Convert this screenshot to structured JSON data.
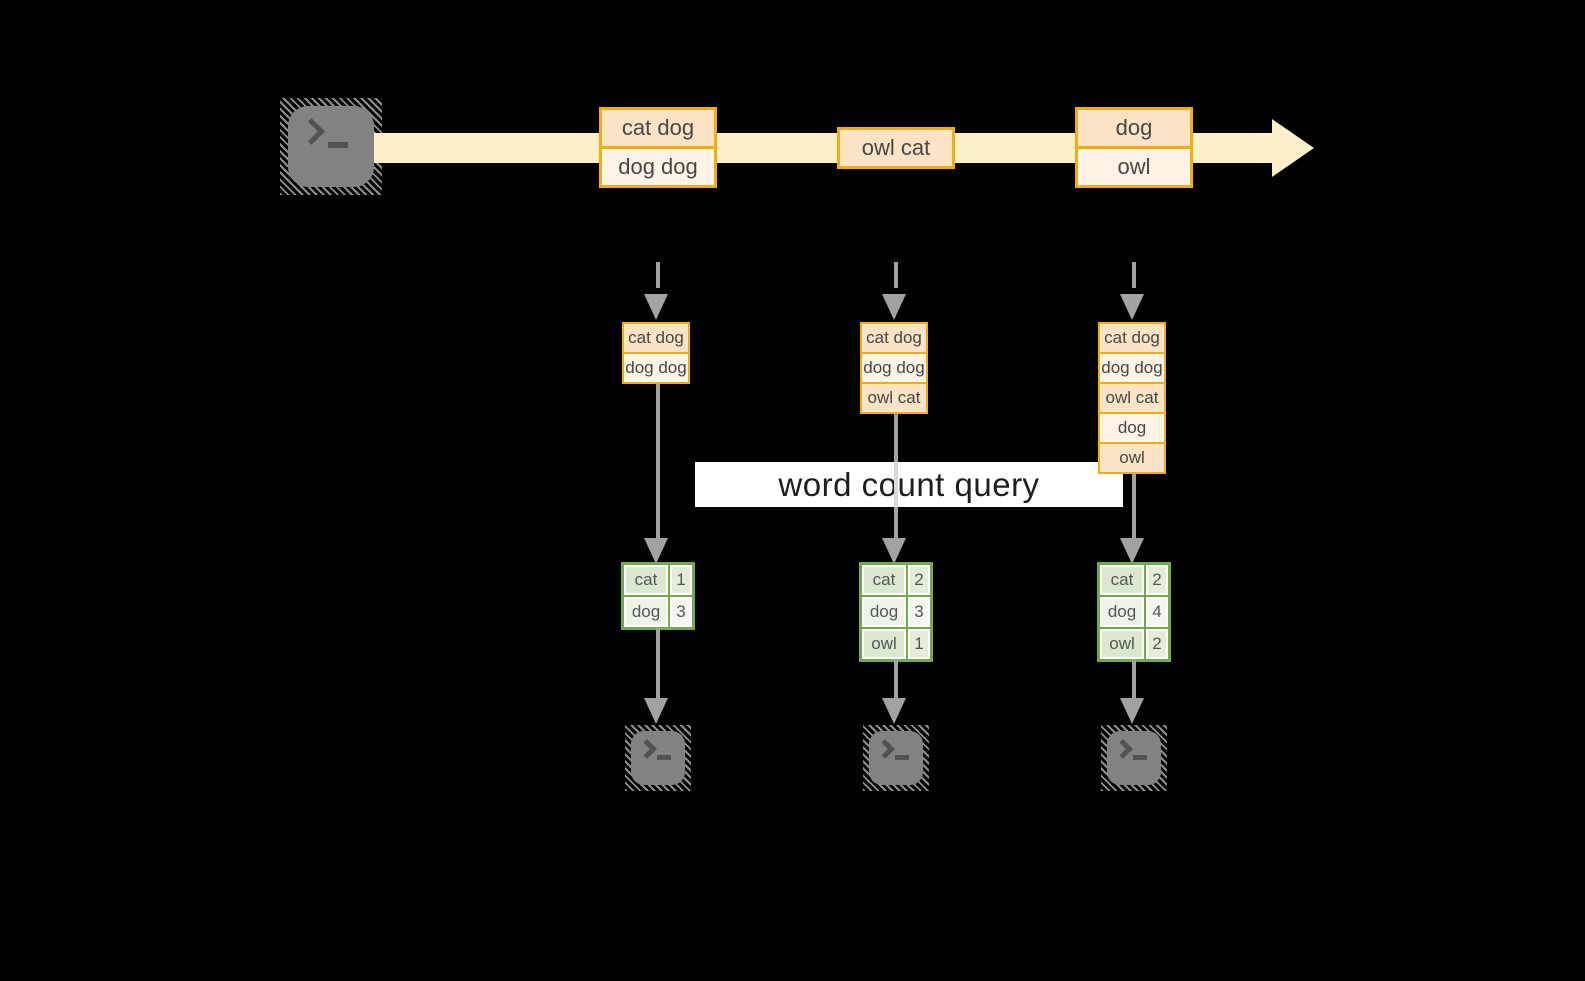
{
  "query_label": "word count query",
  "colors": {
    "background": "#000000",
    "stream": "#fbf0ca",
    "event_border": "#f2ae10",
    "event_fill_dark": "#fbe3c5",
    "event_fill_light": "#fdf3e7",
    "table_border": "#72ab49",
    "table_fill_dark": "#dbe7d0",
    "table_fill_light": "#eef3e8",
    "arrow_gray": "#a2a2a2",
    "terminal_gray": "#828282"
  },
  "stream_events": [
    {
      "rows": [
        "cat dog",
        "dog dog"
      ]
    },
    {
      "rows": [
        "owl cat"
      ]
    },
    {
      "rows": [
        "dog",
        "owl"
      ]
    }
  ],
  "micro_batches": [
    {
      "rows": [
        "cat dog",
        "dog dog"
      ]
    },
    {
      "rows": [
        "cat dog",
        "dog dog",
        "owl cat"
      ]
    },
    {
      "rows": [
        "cat dog",
        "dog dog",
        "owl cat",
        "dog",
        "owl"
      ]
    }
  ],
  "count_tables": [
    {
      "rows": [
        {
          "word": "cat",
          "count": "1"
        },
        {
          "word": "dog",
          "count": "3"
        }
      ]
    },
    {
      "rows": [
        {
          "word": "cat",
          "count": "2"
        },
        {
          "word": "dog",
          "count": "3"
        },
        {
          "word": "owl",
          "count": "1"
        }
      ]
    },
    {
      "rows": [
        {
          "word": "cat",
          "count": "2"
        },
        {
          "word": "dog",
          "count": "4"
        },
        {
          "word": "owl",
          "count": "2"
        }
      ]
    }
  ],
  "icons": {
    "source": "terminal-icon",
    "sinks": [
      "terminal-icon",
      "terminal-icon",
      "terminal-icon"
    ]
  }
}
